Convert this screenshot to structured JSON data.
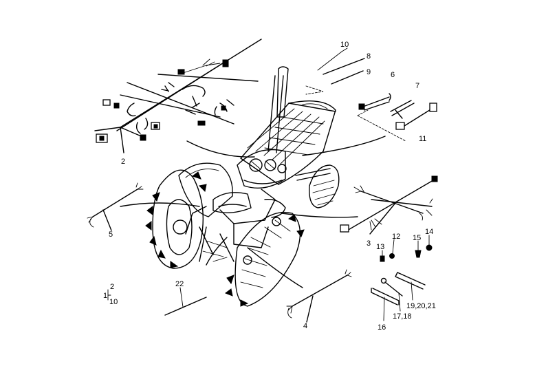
{
  "callouts": {
    "c2": "2",
    "c3": "3",
    "c4": "4",
    "c5": "5",
    "c6": "6",
    "c7": "7",
    "c8": "8",
    "c9": "9",
    "c10": "10",
    "c11": "11",
    "c12": "12",
    "c13": "13",
    "c14": "14",
    "c15": "15",
    "c16": "16",
    "c17_18": "17,18",
    "c19_21": "19,20,21",
    "c22": "22"
  },
  "legend": {
    "lead": "1",
    "top": "2",
    "bottom": "10"
  }
}
